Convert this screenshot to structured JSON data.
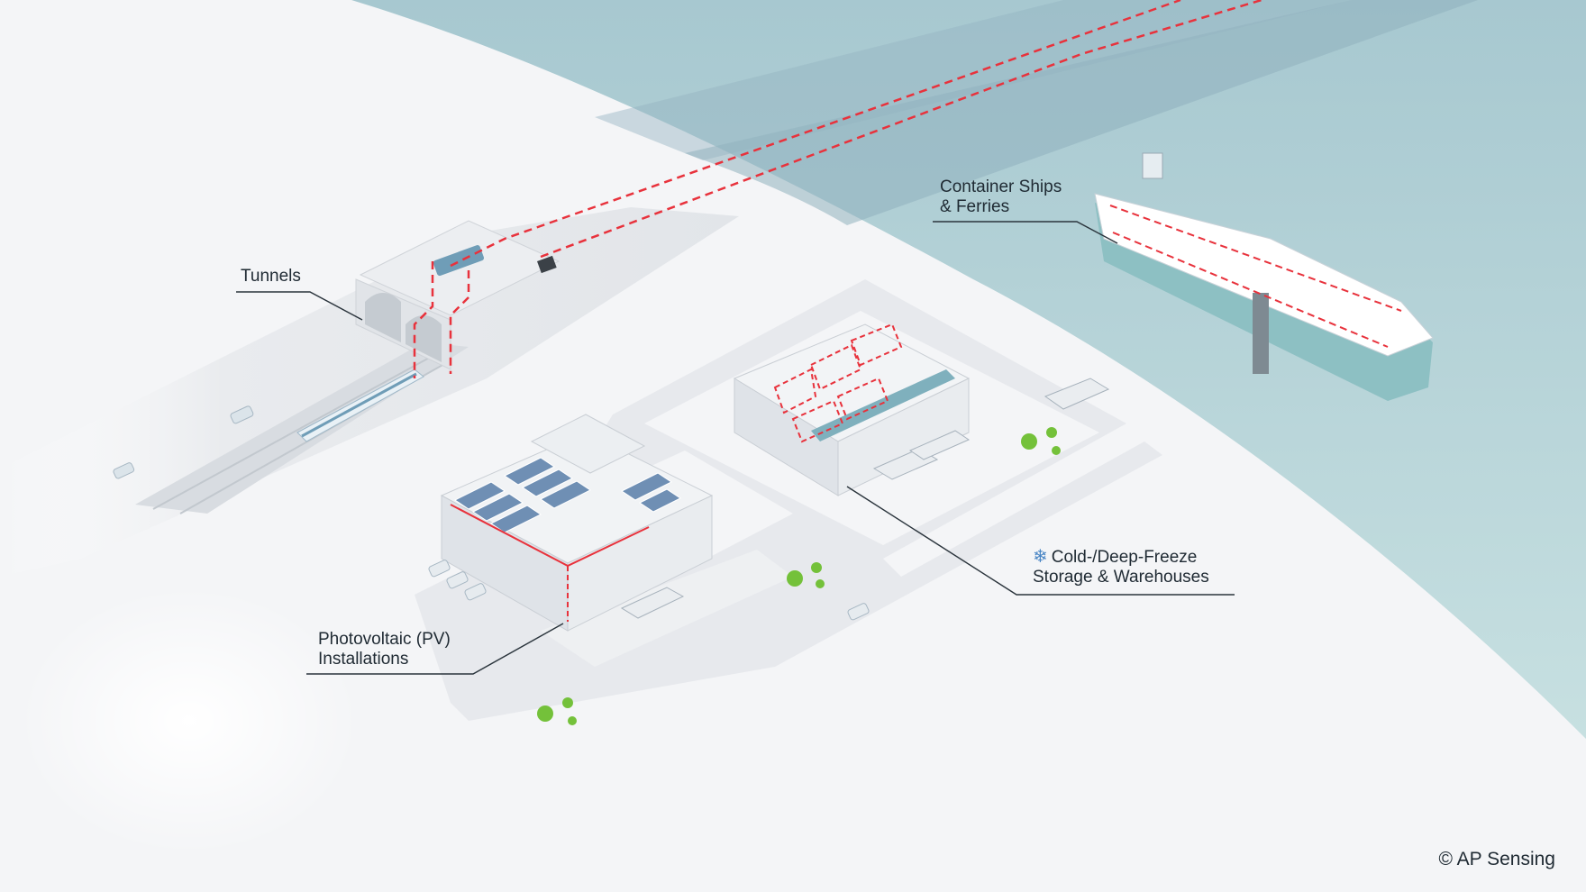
{
  "labels": {
    "tunnels": "Tunnels",
    "ships_line1": "Container Ships",
    "ships_line2": "& Ferries",
    "pv_line1": "Photovoltaic (PV)",
    "pv_line2": "Installations",
    "cold_line1": "Cold-/Deep-Freeze",
    "cold_line2": "Storage & Warehouses"
  },
  "copyright": "© AP Sensing",
  "icons": {
    "cold_storage": "snowflake-icon"
  },
  "colors": {
    "sea": "#a9cdd3",
    "land": "#f4f5f7",
    "sensing_cable": "#e8323c",
    "label_text": "#1f2a33",
    "snowflake": "#4a86c5"
  }
}
